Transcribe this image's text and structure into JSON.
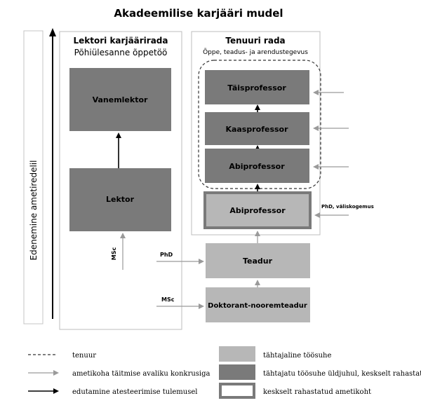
{
  "title": "Akadeemilise karjääri mudel",
  "side_label": "Edenemine ametiredelil",
  "lecturer": {
    "heading": "Lektori karjäärirada",
    "subheading": "Põhiülesanne õppetöö",
    "senior": "Vanemlektor",
    "lecturer": "Lektor",
    "entry_label": "MSc"
  },
  "tenure": {
    "heading": "Tenuuri rada",
    "subheading": "Õppe, teadus- ja arendustegevus",
    "full_professor": "Täisprofessor",
    "associate_professor": "Kaasprofessor",
    "assistant_professor": "Abiprofessor",
    "assistant_professor_fixed": "Abiprofessor",
    "fixed_entry_label": "PhD, väliskogemus",
    "researcher": "Teadur",
    "researcher_entry": "PhD",
    "junior": "Doktorant-nooremteadur",
    "junior_entry": "MSc"
  },
  "legend": {
    "tenure": "tenuur",
    "competition": "ametikoha täitmise avaliku konkrusiga",
    "promotion": "edutamine atesteerimise tulemusel",
    "fixed_term": "tähtajaline töösuhe",
    "open_ended": "tähtajatu töösuhe üldjuhul, keskselt rahastatud",
    "central": "keskselt rahastatud ametikoht"
  },
  "colors": {
    "dark_box": "#7a7a7a",
    "light_box": "#b7b7b7",
    "grey_arrow": "#9a9a9a",
    "panel_border": "#bdbdbd",
    "text": "#000000"
  }
}
